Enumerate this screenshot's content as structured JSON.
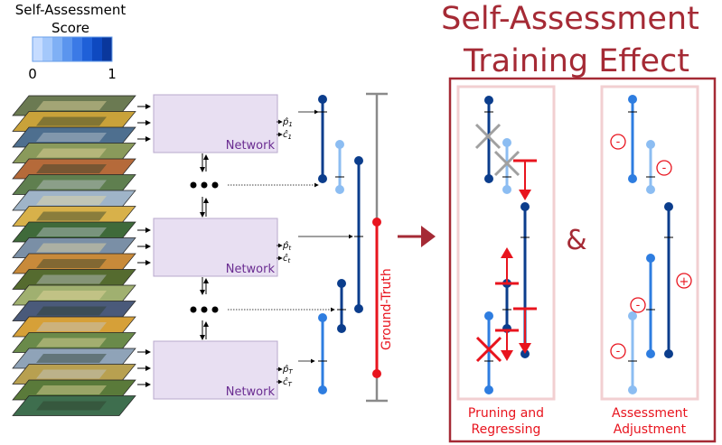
{
  "legend": {
    "title_line1": "Self-Assessment",
    "title_line2": "Score",
    "min_label": "0",
    "max_label": "1",
    "gradient_colors": [
      "#c6dcff",
      "#a4c8fb",
      "#7fb0f5",
      "#5b95ee",
      "#3b7ae6",
      "#1f60d8",
      "#0e49c0",
      "#0a379c"
    ]
  },
  "networks": [
    {
      "label": "Network",
      "p": "p̂",
      "p_sub": "1",
      "c": "ĉ",
      "c_sub": "1"
    },
    {
      "label": "Network",
      "p": "p̂",
      "p_sub": "t",
      "c": "ĉ",
      "c_sub": "t"
    },
    {
      "label": "Network",
      "p": "p̂",
      "p_sub": "T",
      "c": "ĉ",
      "c_sub": "T"
    }
  ],
  "ground_truth_label": "Ground-Truth",
  "effect_title_line1": "Self-Assessment",
  "effect_title_line2": "Training Effect",
  "ampersand": "&",
  "panels": {
    "left_caption_line1": "Pruning and",
    "left_caption_line2": "Regressing",
    "right_caption_line1": "Assessment",
    "right_caption_line2": "Adjustment"
  },
  "signs": {
    "minus": "-",
    "plus": "+"
  },
  "colors": {
    "network_fill": "#e8dff2",
    "network_text": "#6a2c91",
    "effect_red": "#a52a35",
    "red": "#e8141e",
    "panel_border": "#f2cfd1",
    "dark_blue": "#0b3d8c",
    "mid_blue": "#2e7de0",
    "light_blue": "#8cbdf2",
    "gray": "#8a8a8a"
  }
}
